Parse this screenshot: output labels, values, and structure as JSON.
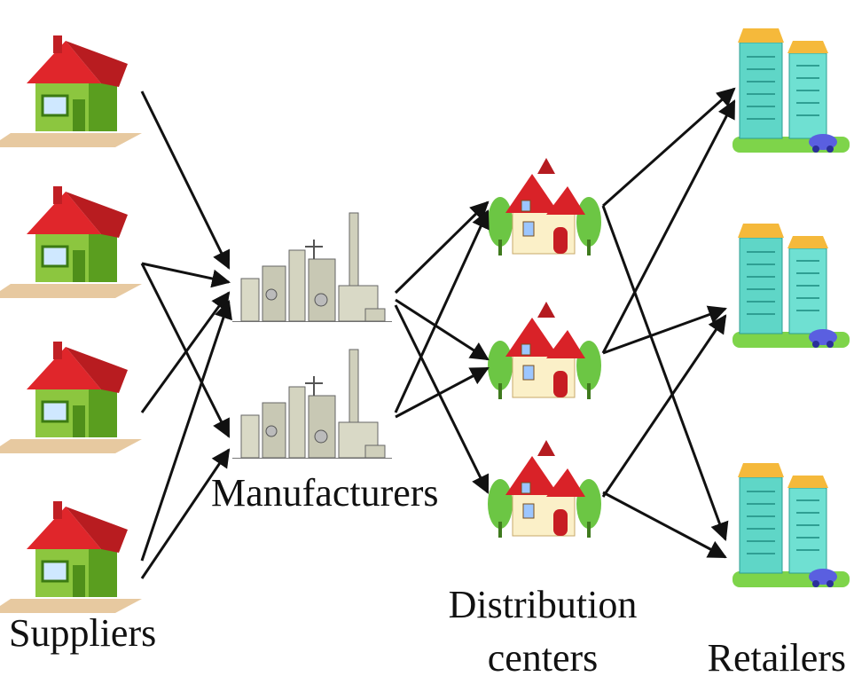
{
  "labels": {
    "suppliers": "Suppliers",
    "manufacturers": "Manufacturers",
    "distribution_line1": "Distribution",
    "distribution_line2": "centers",
    "retailers": "Retailers"
  },
  "colors": {
    "arrow": "#111111",
    "roof": "#e0262b",
    "house_wall": "#8cc63f",
    "house_wall_dark": "#5a9e1f",
    "ground": "#e7c9a0",
    "factory": "#c8c8b4",
    "villa_wall": "#fbf0c8",
    "tree": "#6cc644",
    "building": "#5fd6c7",
    "building_roof": "#f5b93b",
    "car": "#5a5fe0"
  },
  "icons": {
    "supplier": "supplier-house-icon",
    "manufacturer": "factory-icon",
    "distribution": "distribution-villa-icon",
    "retailer": "retail-building-icon"
  }
}
